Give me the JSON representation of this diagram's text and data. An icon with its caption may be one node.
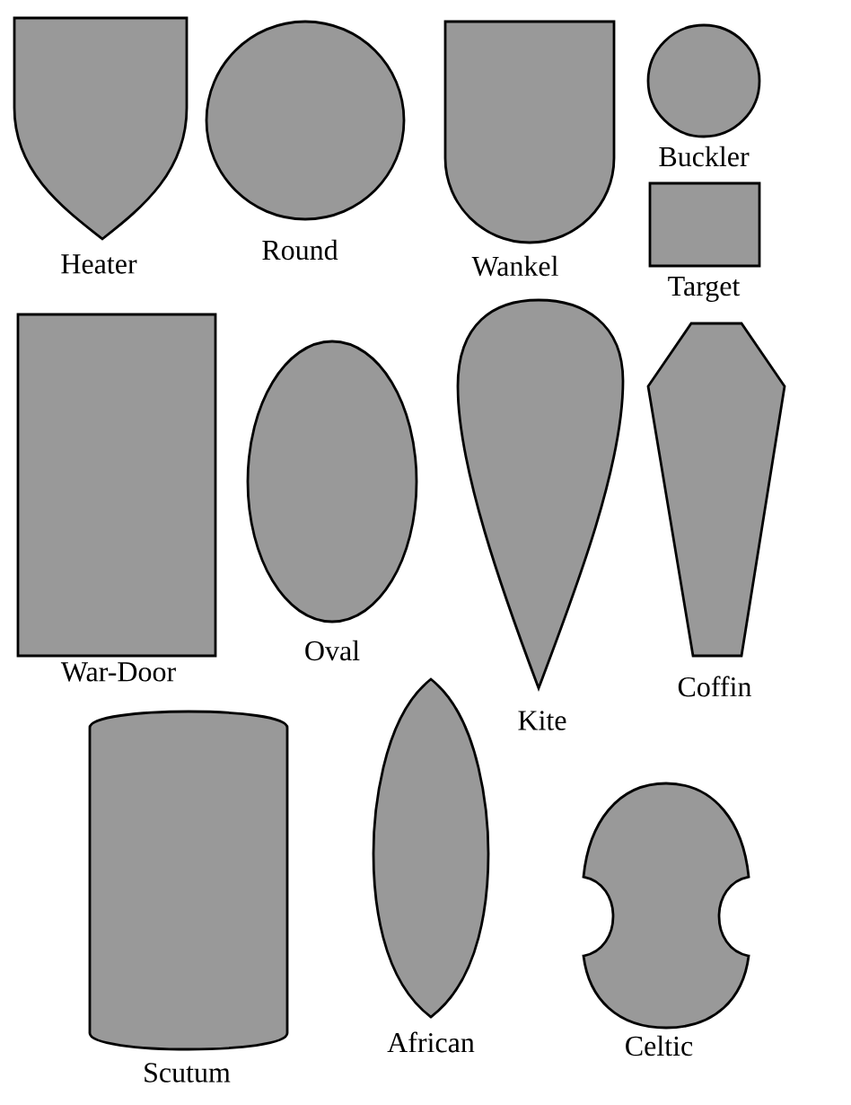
{
  "diagram": {
    "nodes": [
      {
        "text": [
          "Heater"
        ]
      },
      {
        "text": [
          "Round"
        ]
      },
      {
        "text": [
          "Wankel"
        ]
      },
      {
        "text": [
          "Buckler"
        ]
      },
      {
        "text": [
          "Target"
        ]
      },
      {
        "text": [
          "War-Door"
        ]
      },
      {
        "text": [
          "Oval"
        ]
      },
      {
        "text": [
          "Kite"
        ]
      },
      {
        "text": [
          "Coffin"
        ]
      },
      {
        "text": [
          "Scutum"
        ]
      },
      {
        "text": [
          "African"
        ]
      },
      {
        "text": [
          "Celtic"
        ]
      }
    ]
  }
}
